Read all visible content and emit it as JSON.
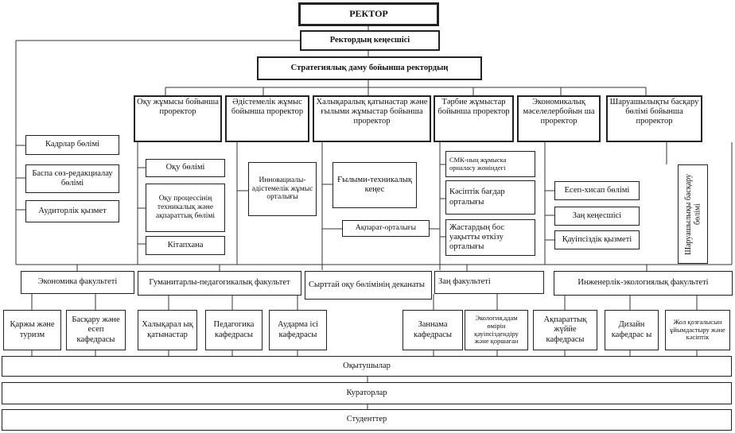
{
  "rector": "РЕКТОР",
  "council": "Ректордың кеңесшісі",
  "strategy": "Стратегиялық даму бойынша ректордың",
  "prorectors": {
    "academic": "Оқу жұмысы бойынша проректор",
    "methodical": "Әдістемелік жұмыс бойынша проректор",
    "international": "Халықаралық қатынастар және ғылыми жұмыстар бойынша проректор",
    "upbringing": "Тәрбие жұмыстар бойынша проректор",
    "economic": "Экономикалық мәселелербойын ша проректор",
    "household": "Шаруашылықты басқару бөлімі бойынша проректор"
  },
  "left_units": {
    "hr": "Кадрлар бөлімі",
    "press": "Баспа сөз-редакциалау бөлімі",
    "audit": "Аудиторлік қызмет"
  },
  "academic_units": {
    "study_dept": "Оқу бөлімі",
    "info": "Оқу процессінің техникалық және ақпараттық бөлімі",
    "library": "Кітапхана"
  },
  "methodical_units": {
    "innovation": "Инновациалы-әдістемелік жұмыс орталығы"
  },
  "international_units": {
    "science_council": "Ғылыми-техникалық кеңес",
    "info_center": "Ақпарат-орталығы"
  },
  "upbringing_units": {
    "smk": "СМК-ның жұмыска орналасу жөніндегі",
    "career": "Кәсіптік бағдар орталығы",
    "youth": "Жастардың бос уақытты өткізу орталығы"
  },
  "economic_units": {
    "accounting": "Есеп-хисап бөлімі",
    "legal": "Заң кеңесшісі",
    "security": "Қауіпсіздік қызметі"
  },
  "household_units": {
    "management": "Шаруашылықы басқару бөлімі"
  },
  "faculties": {
    "economics": "Экономика факультеті",
    "humanitarian": "Гуманитарлы-педагогикалық факультет",
    "correspondence": "Сырттай оқу бөлімінің деканаты",
    "law": "Заң факультеті",
    "engineering": "Инженерлік-экологиялық факультеті"
  },
  "departments": {
    "finance": "Қаржы және туризм",
    "management": "Басқару және есеп кафедрасы",
    "international_rel": "Халықарал ық қатынастар",
    "pedagogy": "Педагогика кафедрасы",
    "translation": "Аударма ісі кафедрасы",
    "law_dept": "Заннама кафедрасы",
    "ecology": "Экология,адам өмірін қауіпсіздендіру және қоршаған",
    "infosys": "Ақпараттық жүййе кафедрасы",
    "design": "Дизайн кафедрас ы",
    "transport": "Жол қозғалысын ұйымдастыру және кәсіптік"
  },
  "bottom": {
    "teachers": "Оқытушылар",
    "curators": "Кураторлар",
    "students": "Студенттер"
  }
}
